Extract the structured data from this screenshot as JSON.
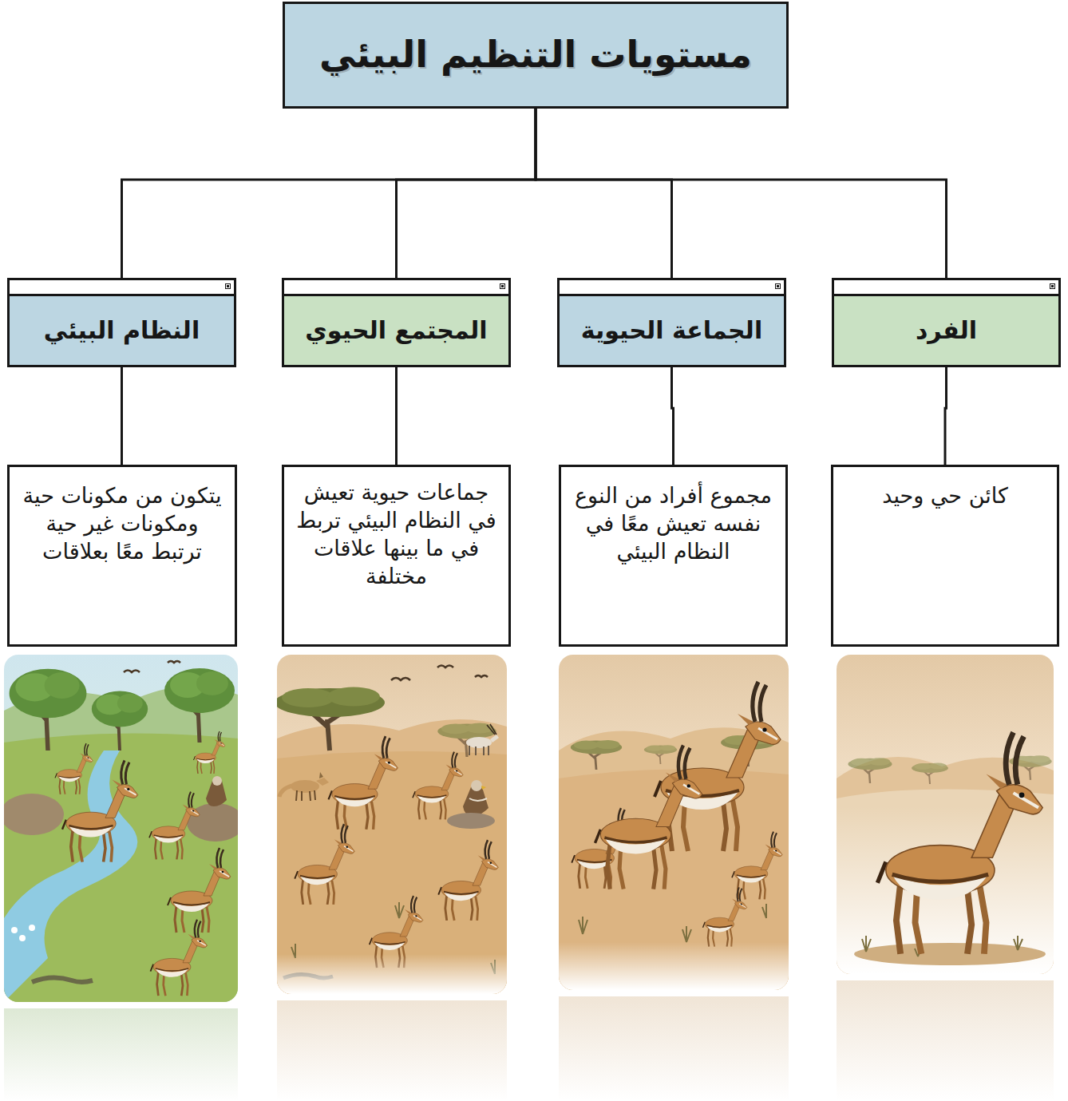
{
  "diagram": {
    "nodes": [
      {
        "text": [
          "مستويات التنظيم البيئي"
        ]
      },
      {
        "text": [
          "الفرد"
        ]
      },
      {
        "text": [
          "الجماعة الحيوية"
        ]
      },
      {
        "text": [
          "المجتمع الحيوي"
        ]
      },
      {
        "text": [
          "النظام البيئي"
        ]
      },
      {
        "text": [
          "كائن حي وحيد"
        ]
      },
      {
        "text": [
          "مجموع أفراد من النوع نفسه تعيش معًا في النظام البيئي"
        ]
      },
      {
        "text": [
          "جماعات حيوية تعيش في النظام البيئي تربط في ما بينها علاقات مختلفة"
        ]
      },
      {
        "text": [
          "يتكون من مكونات حية ومكونات غير حية ترتبط معًا بعلاقات"
        ]
      }
    ],
    "edges": [
      {
        "from": 0,
        "to": 1,
        "arrow": "none"
      },
      {
        "from": 0,
        "to": 2,
        "arrow": "none"
      },
      {
        "from": 0,
        "to": 3,
        "arrow": "none"
      },
      {
        "from": 0,
        "to": 4,
        "arrow": "none"
      },
      {
        "from": 1,
        "to": 5,
        "arrow": "none"
      },
      {
        "from": 2,
        "to": 6,
        "arrow": "none"
      },
      {
        "from": 3,
        "to": 7,
        "arrow": "none"
      },
      {
        "from": 4,
        "to": 8,
        "arrow": "none"
      }
    ]
  }
}
